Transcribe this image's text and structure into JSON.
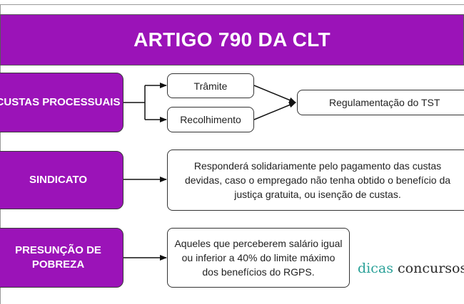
{
  "title": "ARTIGO 790 DA CLT",
  "rows": [
    {
      "label": "CUSTAS PROCESSUAIS"
    },
    {
      "label": "SINDICATO"
    },
    {
      "label": "PRESUNÇÃO DE POBREZA"
    }
  ],
  "custas": {
    "tramite": "Trâmite",
    "recolhimento": "Recolhimento",
    "regulamentacao": "Regulamentação do TST"
  },
  "sindicato_text": "Responderá solidariamente pelo pagamento das custas devidas, caso o empregado não tenha obtido o benefício da justiça gratuita, ou isenção de custas.",
  "pobreza_text": "Aqueles que perceberem salário igual ou inferior a 40% do limite máximo dos benefícios do RGPS.",
  "logo": {
    "part1": "dicas",
    "part2": "concursos"
  },
  "colors": {
    "purple": "#9b13b8",
    "logo_accent": "#2aa198"
  }
}
